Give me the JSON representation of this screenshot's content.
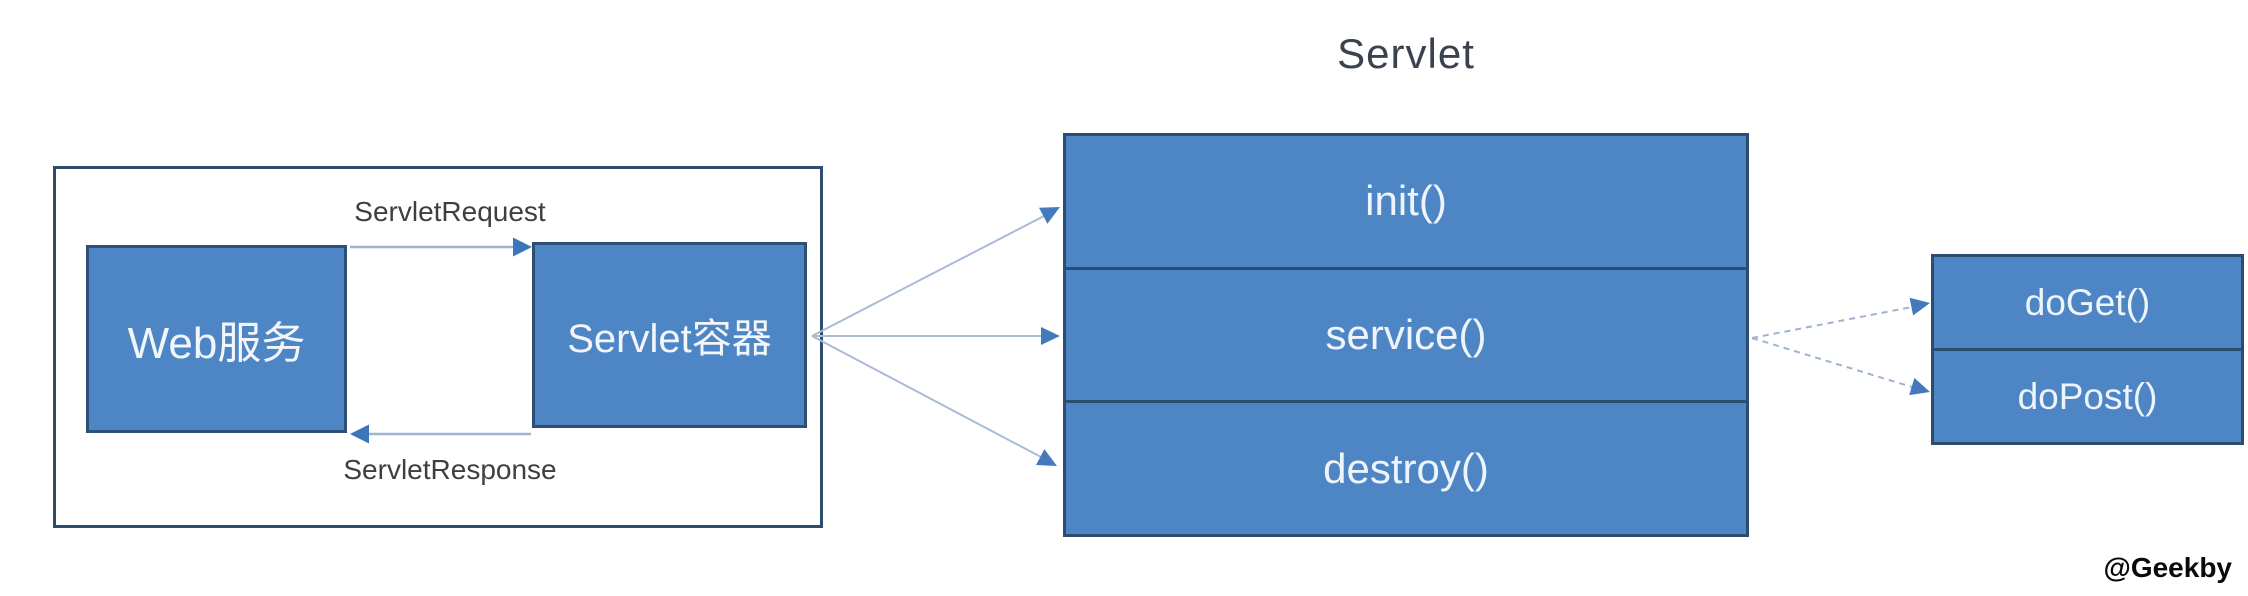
{
  "diagram": {
    "title": "Servlet",
    "watermark": "@Geekby",
    "container": {
      "web_service_label": "Web服务",
      "servlet_container_label": "Servlet容器",
      "request_label": "ServletRequest",
      "response_label": "ServletResponse"
    },
    "servlet_methods": [
      "init()",
      "service()",
      "destroy()"
    ],
    "http_methods": [
      "doGet()",
      "doPost()"
    ],
    "colors": {
      "box_fill": "#4e86c5",
      "box_border": "#2d4f75",
      "outer_border": "#2e4d6e",
      "arrow_line": "#9db3d2",
      "fan_line": "#a9bbd6",
      "arrow_head": "#3b76bb",
      "label_text": "#3f3f3f",
      "title_text": "#3a4250",
      "box_text": "#ffffff",
      "watermark_text": "#0a0a0a",
      "background": "#ffffff"
    }
  }
}
